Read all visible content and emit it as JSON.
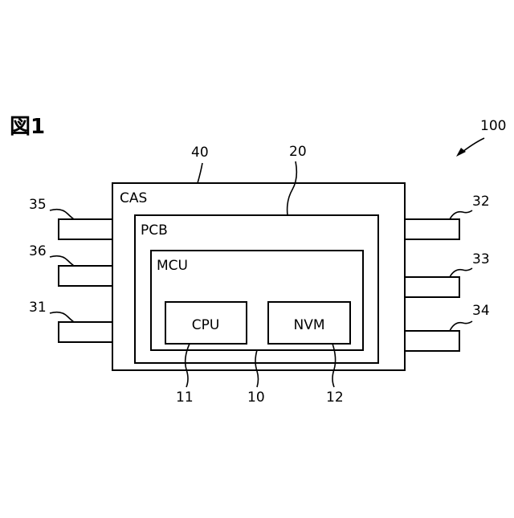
{
  "figure": {
    "title": "図1",
    "device_ref": "100"
  },
  "blocks": {
    "cas": {
      "label": "CAS",
      "ref": "40"
    },
    "pcb": {
      "label": "PCB",
      "ref": "20"
    },
    "mcu": {
      "label": "MCU",
      "ref": "10"
    },
    "cpu": {
      "label": "CPU",
      "ref": "11"
    },
    "nvm": {
      "label": "NVM",
      "ref": "12"
    }
  },
  "pins": {
    "left_top": "35",
    "left_mid": "36",
    "left_bottom": "31",
    "right_top": "32",
    "right_mid": "33",
    "right_bottom": "34"
  },
  "colors": {
    "line": "#000000",
    "background": "#ffffff"
  }
}
